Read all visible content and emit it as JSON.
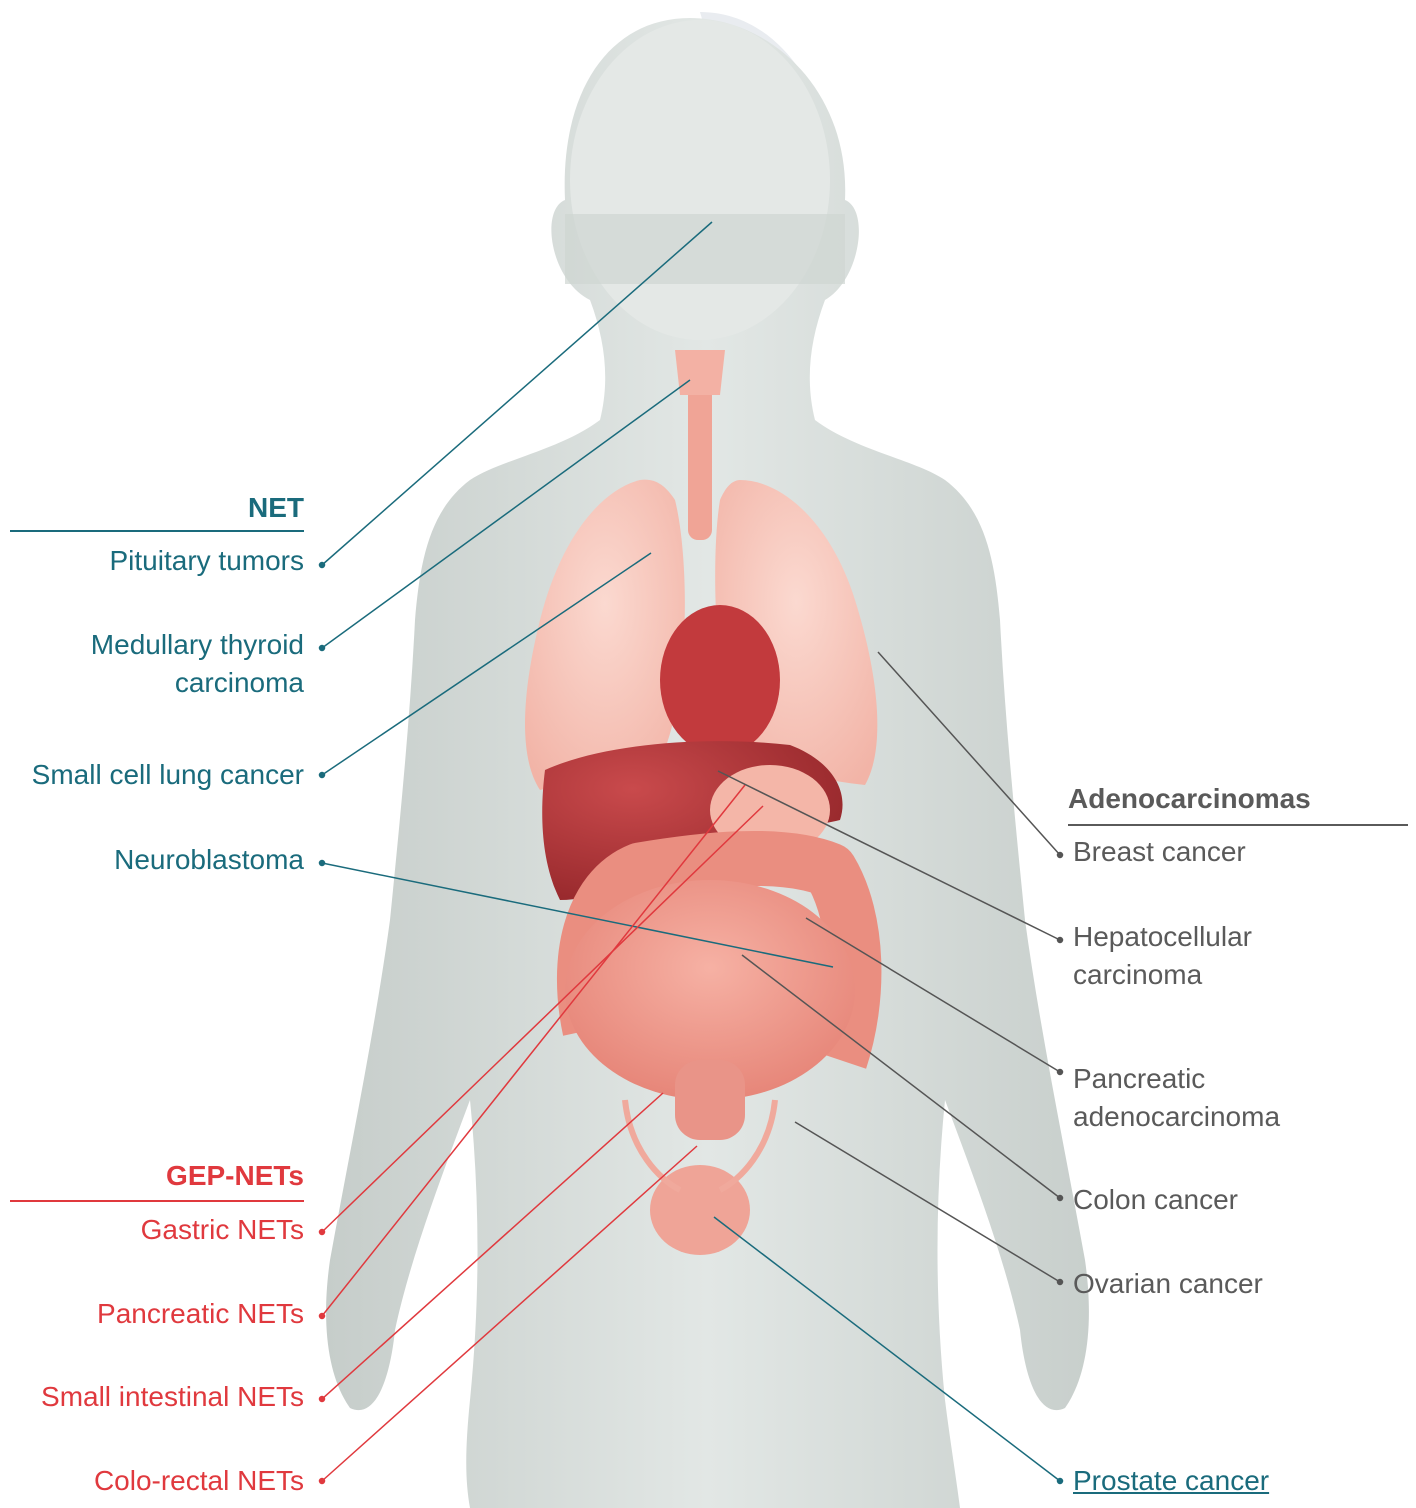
{
  "net": {
    "heading": "NET",
    "color": "#1a6b7c",
    "items": [
      "Pituitary tumors",
      "Medullary thyroid carcinoma",
      "Small cell lung cancer",
      "Neuroblastoma"
    ]
  },
  "gep_nets": {
    "heading": "GEP-NETs",
    "color": "#e0393e",
    "items": [
      "Gastric NETs",
      "Pancreatic NETs",
      "Small intestinal NETs",
      "Colo-rectal NETs"
    ]
  },
  "adenocarcinomas": {
    "heading": "Adenocarcinomas",
    "color": "#5a5a5a",
    "items": [
      "Breast cancer",
      "Hepatocellular carcinoma",
      "Pancreatic adenocarcinoma",
      "Colon cancer",
      "Ovarian cancer"
    ]
  },
  "prostate": {
    "label": "Prostate cancer",
    "color": "#1a6b7c"
  },
  "colors": {
    "body": "#d5dbd8",
    "organ": "#ef9b8e",
    "liver": "#b8393c"
  }
}
